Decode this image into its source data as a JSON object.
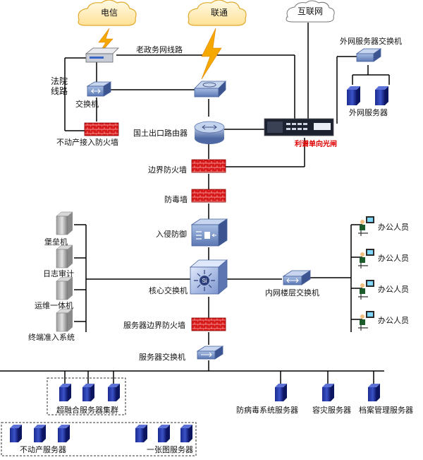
{
  "clouds": {
    "telecom": "电信",
    "unicom": "联通",
    "internet": "互联网"
  },
  "lines": {
    "old_gov_line": "老政务网线路",
    "court_line": "法院线路"
  },
  "nodes": {
    "switch": "交换机",
    "realty_firewall": "不动产接入防火墙",
    "land_router": "国土出口路由器",
    "optical_gate": "利谱单向光闸",
    "external_switch": "外网服务器交换机",
    "external_servers": "外网服务器",
    "border_firewall": "边界防火墙",
    "antivirus_wall": "防毒墙",
    "ips": "入侵防御",
    "core_switch": "核心交换机",
    "building_switch": "内网楼层交换机",
    "server_firewall": "服务器边界防火墙",
    "server_switch": "服务器交换机"
  },
  "left_devices": {
    "bastion": "堡垒机",
    "log_audit": "日志审计",
    "ops_appliance": "运维一体机",
    "nac": "终端准入系统"
  },
  "office": {
    "worker_1": "办公人员",
    "worker_2": "办公人员",
    "worker_3": "办公人员",
    "worker_4": "办公人员"
  },
  "servers": {
    "cluster": "超融合服务器集群",
    "antivirus": "防病毒系统服务器",
    "dr": "容灾服务器",
    "archive": "档案管理服务器",
    "realty": "不动产服务器",
    "map": "一张图服务器"
  },
  "colors": {
    "gate_label": "#e00000",
    "firewall": "#d61a1a",
    "server": "#2a3aa8"
  }
}
